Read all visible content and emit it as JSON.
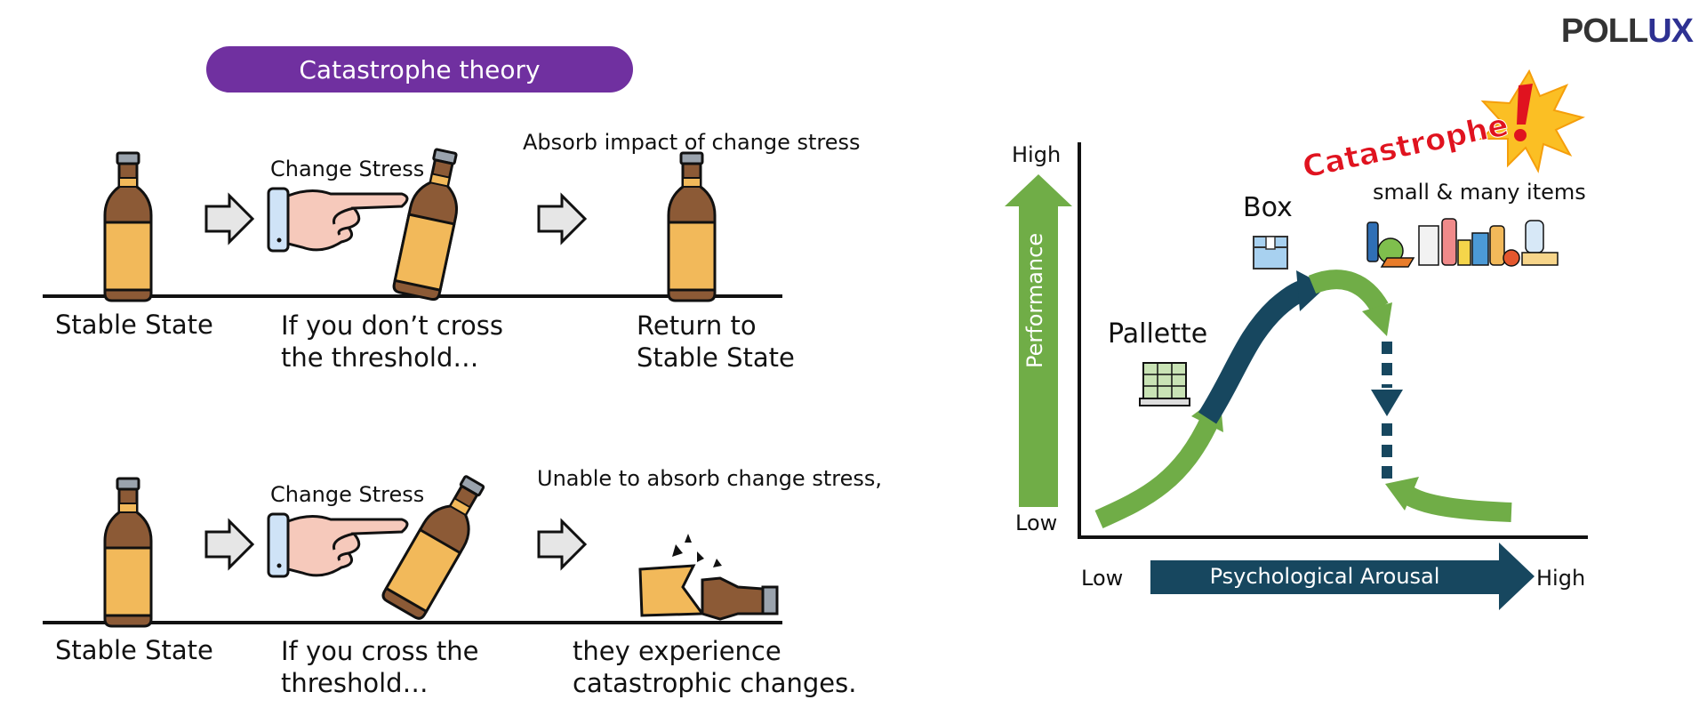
{
  "logo": {
    "part1": "POLL",
    "part2": "UX",
    "color1": "#333333",
    "color2": "#2e3192"
  },
  "title": "Catastrophe theory",
  "row1": {
    "label_stress": "Change Stress",
    "label_absorb": "Absorb impact of change stress",
    "caption_stable": "Stable State",
    "caption_middle": [
      "If you don’t cross",
      "the threshold…"
    ],
    "caption_right": [
      "Return to",
      "Stable State"
    ]
  },
  "row2": {
    "label_stress": "Change Stress",
    "label_absorb": "Unable to absorb change stress,",
    "caption_stable": "Stable State",
    "caption_middle": [
      "If you cross the",
      "threshold…"
    ],
    "caption_right": [
      "they experience",
      "catastrophic changes."
    ]
  },
  "graph": {
    "y_high": "High",
    "y_low": "Low",
    "y_axis_label": "Performance",
    "x_low": "Low",
    "x_high": "High",
    "x_axis_label": "Psychological Arousal",
    "label_pallette": "Pallette",
    "label_box": "Box",
    "label_items": "small & many items",
    "label_catastrophe": "Catastrophe"
  },
  "colors": {
    "purple": "#7030a0",
    "green": "#70ad47",
    "navy": "#17475f",
    "bottle": "#f2b95a",
    "bottle_dark": "#8c5a36",
    "red": "#e0131f"
  }
}
